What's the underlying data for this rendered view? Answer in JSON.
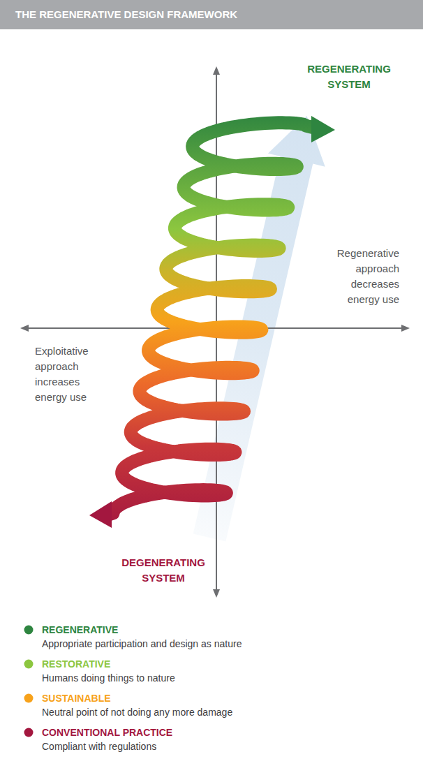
{
  "diagram": {
    "title": "THE REGENERATIVE DESIGN FRAMEWORK",
    "labels": [
      "REGENERATING SYSTEM",
      "Regenerative approach decreases energy use",
      "Exploitative approach increases energy use",
      "DEGENERATING SYSTEM",
      "Appropriate participation and design as nature",
      "Humans doing things to nature",
      "Neutral point of not doing any more damage",
      "Compliant with regulations"
    ],
    "legend": [
      {
        "text": "REGENERATIVE",
        "color": "#2e8540"
      },
      {
        "text": "RESTORATIVE",
        "color": "#8cc63f"
      },
      {
        "text": "SUSTAINABLE",
        "color": "#f7a21b"
      },
      {
        "text": "CONVENTIONAL PRACTICE",
        "color": "#a3173f"
      }
    ]
  }
}
